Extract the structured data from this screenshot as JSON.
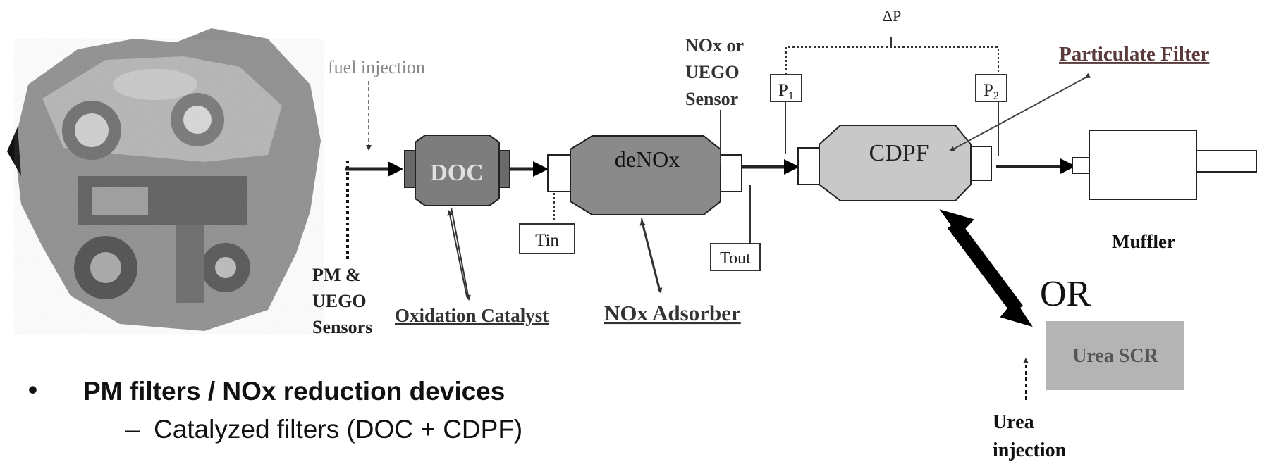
{
  "diagram": {
    "labels": {
      "fuel_injection": "fuel injection",
      "doc": "DOC",
      "denox": "deNOx",
      "cdpf": "CDPF",
      "tin": "Tin",
      "tout": "Tout",
      "p1": "P",
      "p1_sub": "1",
      "p2": "P",
      "p2_sub": "2",
      "delta_p": "ΔP",
      "nox_sensor_line1": "NOx or",
      "nox_sensor_line2": "UEGO",
      "nox_sensor_line3": "Sensor",
      "particulate_filter": "Particulate Filter",
      "muffler": "Muffler",
      "or": "OR",
      "urea_scr": "Urea SCR",
      "urea_injection_line1": "Urea",
      "urea_injection_line2": "injection",
      "pm_sensors_line1": "PM &",
      "pm_sensors_line2": "UEGO",
      "pm_sensors_line3": "Sensors",
      "oxidation_catalyst": "Oxidation Catalyst",
      "nox_adsorber": "NOx Adsorber"
    },
    "colors": {
      "doc_fill": "#7d7d7d",
      "denox_fill": "#8a8a8a",
      "cdpf_fill": "#c8c8c8",
      "scr_fill": "#b4b4b4",
      "particulate_filter_text": "#5a3a3a",
      "line": "#222222"
    }
  },
  "bullets": {
    "item1": "PM filters / NOx reduction devices",
    "item1_marker": "•",
    "item2": "Catalyzed filters (DOC + CDPF)",
    "item2_marker": "–"
  }
}
